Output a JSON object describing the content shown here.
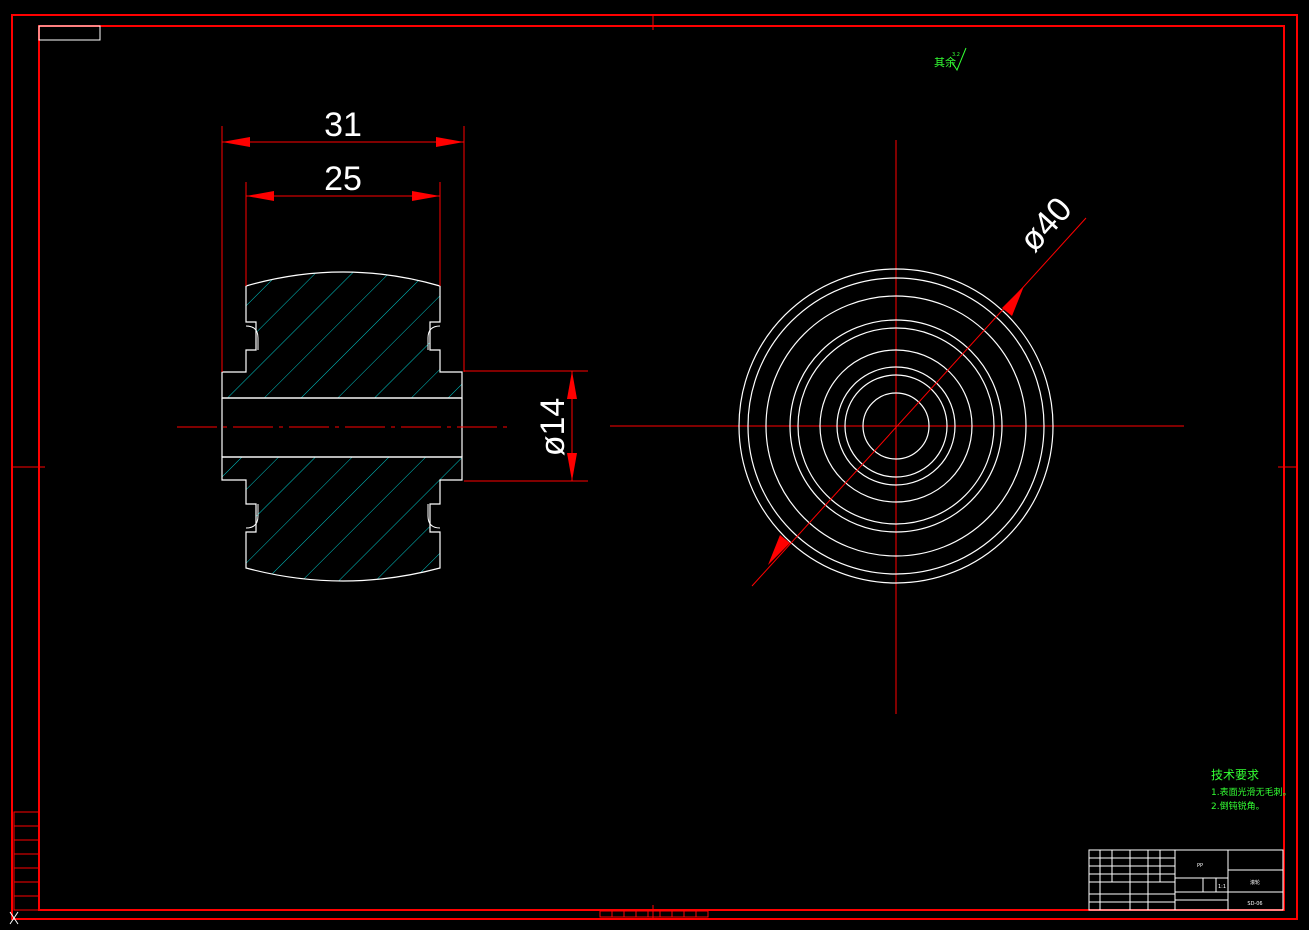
{
  "dimensions": {
    "width_overall": "31",
    "width_inner": "25",
    "bore_dia": "ø14",
    "outer_dia": "ø40"
  },
  "surface_finish": {
    "label": "其余",
    "value": "3.2"
  },
  "tech_requirements": {
    "title": "技术要求",
    "items": [
      "1.表面光滑无毛刺。",
      "2.倒钝锐角。"
    ]
  },
  "title_block": {
    "material": "PP",
    "part_name": "滚轮",
    "drawing_no": "SD-06",
    "ratio": "1:1"
  },
  "colors": {
    "border": "#ff0000",
    "outline": "#ffffff",
    "hatch": "#00c8c8",
    "annotation": "#33ff33"
  }
}
